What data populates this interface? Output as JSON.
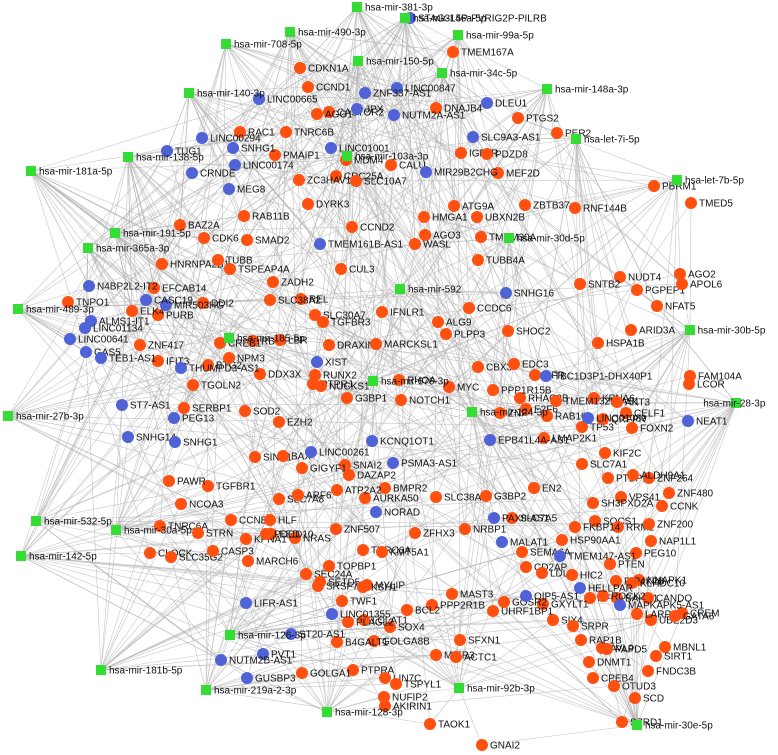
{
  "colors": {
    "mirna": "#33dd33",
    "mrna": "#ff5010",
    "lncrna": "#4f63d6",
    "edge": "#b4b4b4"
  },
  "mirnas": [
    "hsa-mir-381-3p",
    "hsa-mir-146a-5p",
    "hsa-mir-490-3p",
    "hsa-mir-99a-5p",
    "hsa-mir-708-5p",
    "hsa-mir-150-5p",
    "hsa-mir-34c-5p",
    "hsa-mir-148a-3p",
    "hsa-mir-140-3p",
    "hsa-let-7i-5p",
    "hsa-mir-138-5p",
    "hsa-mir-103a-3p",
    "hsa-mir-181a-5p",
    "hsa-let-7b-5p",
    "hsa-mir-191-5p",
    "hsa-mir-30d-5p",
    "hsa-mir-365a-3p",
    "hsa-mir-592",
    "hsa-mir-489-3p",
    "hsa-mir-30b-5p",
    "hsa-mir-185-5p",
    "hsa-mir-676-3p",
    "hsa-mir-28-3p",
    "hsa-mir-27b-3p",
    "hsa-mir-124-3p",
    "hsa-mir-532-5p",
    "hsa-mir-30a-5p",
    "hsa-mir-142-5p",
    "hsa-mir-126-3p",
    "hsa-mir-181b-5p",
    "hsa-mir-219a-2-3p",
    "hsa-mir-92b-3p",
    "hsa-mir-128-3p",
    "hsa-mir-30e-5p"
  ],
  "lncrnas": [
    "STAG3L5P-PVRIG2P-PILRB",
    "LINC00847",
    "ZNF337-AS1",
    "JPX",
    "LINC00665",
    "DLEU1",
    "NUTM2A-AS1",
    "SLC9A3-AS1",
    "LINC00294",
    "TUG1",
    "SNHG1",
    "LINC01001",
    "LINC00174",
    "CRNDE",
    "MIR29B2CHG",
    "MEG8",
    "TMEM161B-AS1",
    "MIR503HG",
    "N4BP2L2-IT2",
    "CASC19",
    "ALMS1-IT1",
    "LINC01134",
    "LINC00641",
    "GAS5",
    "SNHG16",
    "TEB1-AS1",
    "THUMPD3-AS1",
    "ST7-AS1",
    "SNHG14",
    "PEG13",
    "SNHG1",
    "XIST",
    "EPB41L4A-AS1",
    "TBC1D3P1-DHX40P1",
    "KCNQ1OT1",
    "LINC00261",
    "PSMA3-AS1",
    "LINC01089",
    "NEAT1",
    "NORAD",
    "PAX8-AS1",
    "MALAT1",
    "TMEM147-AS1",
    "HELLPAR",
    "LIFR-AS1",
    "LINC01355",
    "ST20-AS1",
    "PVT1",
    "NUTM2B-AS1",
    "GUSBP3",
    "OIP5-AS1",
    "MAPKAPK5-AS1"
  ],
  "mrnas": [
    "TMEM167A",
    "CDKN1A",
    "CCND1",
    "CASTOR2",
    "AGO1",
    "DNAJB4",
    "PTGS2",
    "IGF1R",
    "TNRC6B",
    "RAC1",
    "PMAIP1",
    "MDM4",
    "CALU",
    "PDZD8",
    "CDC25A",
    "ZC3HAV1L",
    "MEF2D",
    "SLC10A7",
    "DYRK3",
    "BAZ2A",
    "CDK6",
    "SMAD2",
    "HNRNPA2B1",
    "EFCAB14",
    "CCND2",
    "TUBB",
    "TSPEAP4A",
    "HMGA1",
    "WASL",
    "AGO3",
    "ATG9A",
    "ZBTB37",
    "RNF144B",
    "TMEM30A",
    "UBXN2B",
    "TMED5",
    "PURB",
    "DDI2",
    "TUBB4A",
    "NUDT4",
    "SNTB2",
    "AGO2",
    "PGPEP1",
    "BTG2",
    "NPM3",
    "RBPJ",
    "LBR",
    "DDX3X",
    "PTPRJ",
    "RHOA",
    "MYC",
    "E2F6",
    "KPNA6",
    "FAM104A",
    "ZADH2",
    "REL",
    "SLC38A2",
    "SLC30A7",
    "TGFBR3",
    "IFNLR1",
    "CCDC6",
    "ARID3A",
    "NFAT5",
    "TNPO1",
    "ELK4",
    "CREB1",
    "DRAXIN",
    "SOD2",
    "RUNX2",
    "MARCKSL1",
    "PLPP3",
    "SHOC2",
    "HSPA1B",
    "APOL6",
    "ZNF417",
    "IFIT3",
    "TGOLN2",
    "SERBP1",
    "SINE1",
    "EZH2",
    "SNAI2",
    "TGFBR1",
    "NUCKS1",
    "G3BP1",
    "NOTCH1",
    "CBX3",
    "EDC3",
    "RHAC2B",
    "TMEM132D-AS1",
    "AKT3",
    "CELF1",
    "RAB10",
    "TP53",
    "QRFPR",
    "LCOR",
    "PPP1R15B",
    "ZNF",
    "LMAP2K1",
    "SLC7A1",
    "KIF2C",
    "PTBP1",
    "ZNF264",
    "ZNF480",
    "VPS41",
    "CCNK",
    "ALDH9A1",
    "BAX",
    "GIGYF1",
    "DAZAP2",
    "BMPR2",
    "AURKA50",
    "SLC38A7",
    "G3BP2",
    "EN2",
    "SH3PXD2A",
    "SOCS1",
    "RRM2",
    "ZNF200",
    "NAP1L1",
    "FKBP14",
    "HSP90AA1",
    "PEG10",
    "PTEN",
    "NNAPK1",
    "AFF4",
    "BAHD1",
    "CANDO",
    "UBE2D3",
    "CREM",
    "MBNL1",
    "AVL9",
    "CLOCK",
    "SLC35G2",
    "CASP3",
    "MARCH6",
    "SEC24A",
    "SETD5",
    "TOPBP1",
    "NRAS",
    "EED",
    "CCNE2",
    "NCOA3",
    "TNRC6A",
    "STRN",
    "KPNA1",
    "HLF",
    "SLC7A8",
    "ARF6",
    "ATP2A2",
    "ZNF507",
    "TNRC6A",
    "KMT5A1",
    "ZFHX3",
    "NRBP1",
    "SLC7A5",
    "SEMA6A",
    "CD2AP",
    "LDLR",
    "GXYLT1",
    "HIC2",
    "PIP4K2B",
    "KLHDC10",
    "ROCK2",
    "LARP1",
    "GATA6",
    "SIRT1",
    "FNDC3B",
    "SCD",
    "SZRD1",
    "RAP1B",
    "PAPD5",
    "DNMT1",
    "CPEB4",
    "OTUD3",
    "SIX4",
    "SRPR",
    "GOSR2",
    "UHRF1BP1",
    "MAST3",
    "PPP2R1B",
    "BCL2",
    "SOX4",
    "GOLGA8B",
    "LCLAT1",
    "SRSF7",
    "TWF1",
    "MYLIP",
    "PLAGL2",
    "B4GALT1",
    "PTPRA",
    "LIN7C",
    "NUFIP2",
    "RAB11B",
    "CUL3",
    "ALG9",
    "LIFR",
    "FOXN2",
    "PAWR",
    "PDCD10",
    "KSH1",
    "SFXN1",
    "PER2",
    "PBRM1",
    "MIER3",
    "ACTC1",
    "GOLGA1",
    "TSPYL1",
    "AKIRIN1",
    "TAOK1",
    "GNAI2"
  ]
}
